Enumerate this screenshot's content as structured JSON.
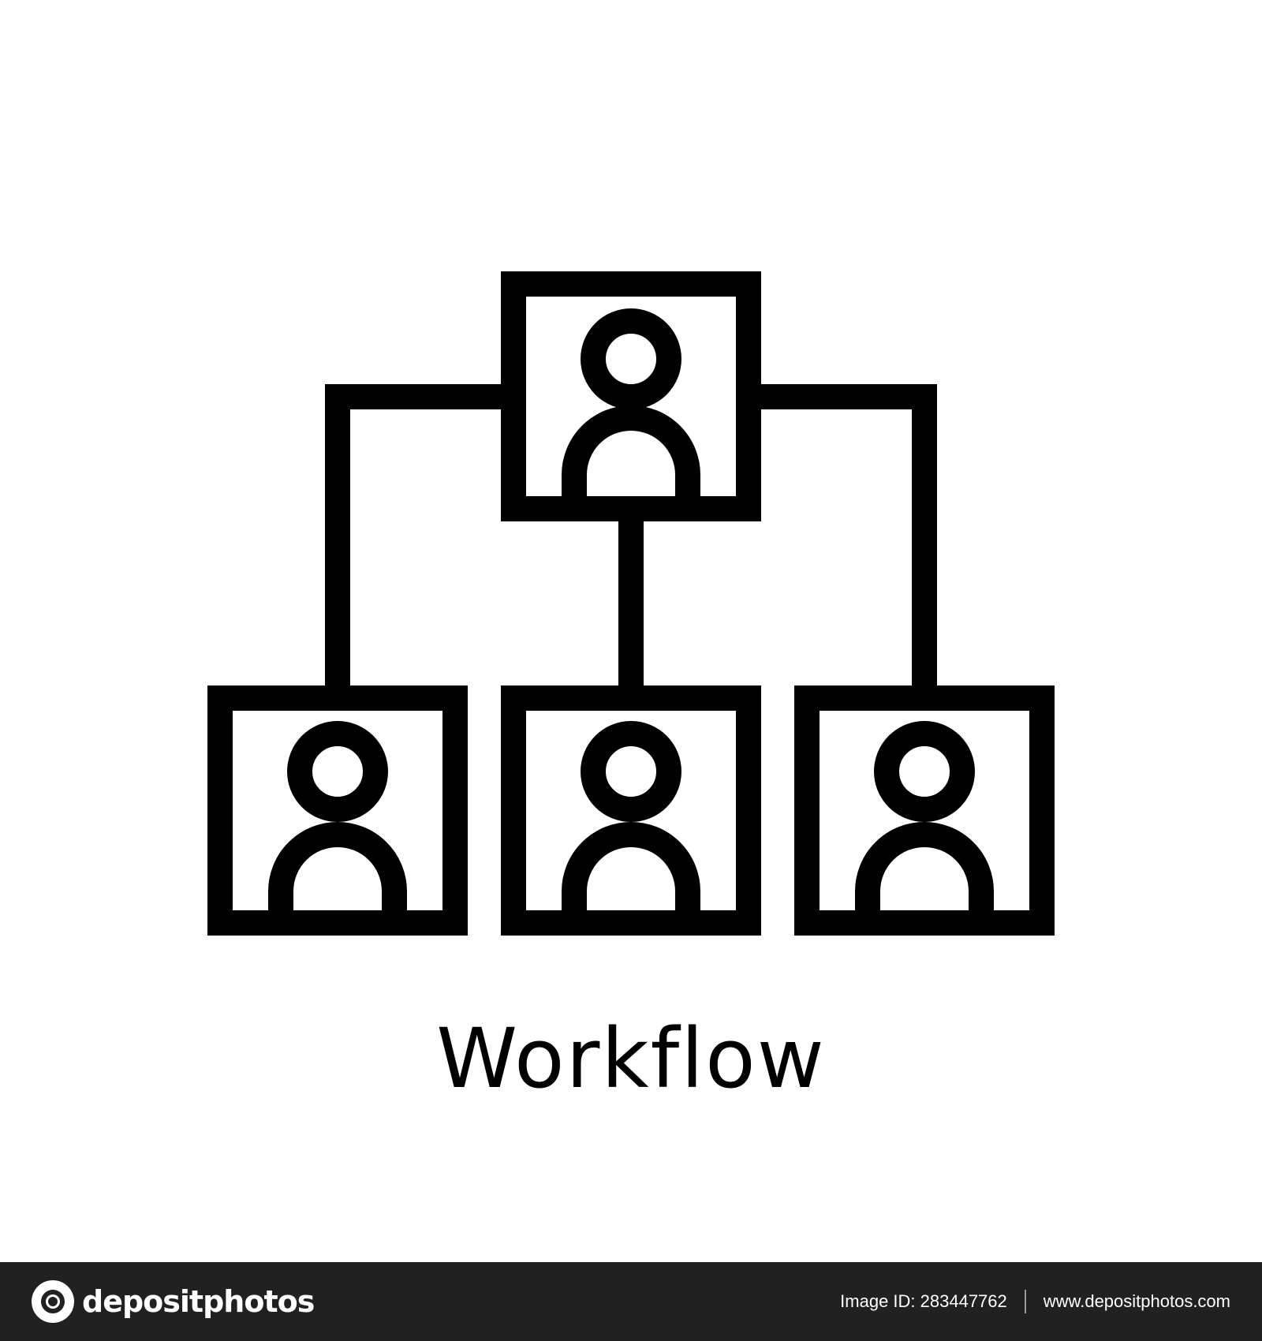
{
  "caption": "Workflow",
  "icon": {
    "name": "org-chart-icon",
    "color": "#000000",
    "nodes": [
      "top-person",
      "bottom-left-person",
      "bottom-middle-person",
      "bottom-right-person"
    ]
  },
  "footer": {
    "brand": "depositphotos",
    "image_id": "Image ID: 283447762",
    "site": "www.depositphotos.com",
    "background": "#212121"
  }
}
